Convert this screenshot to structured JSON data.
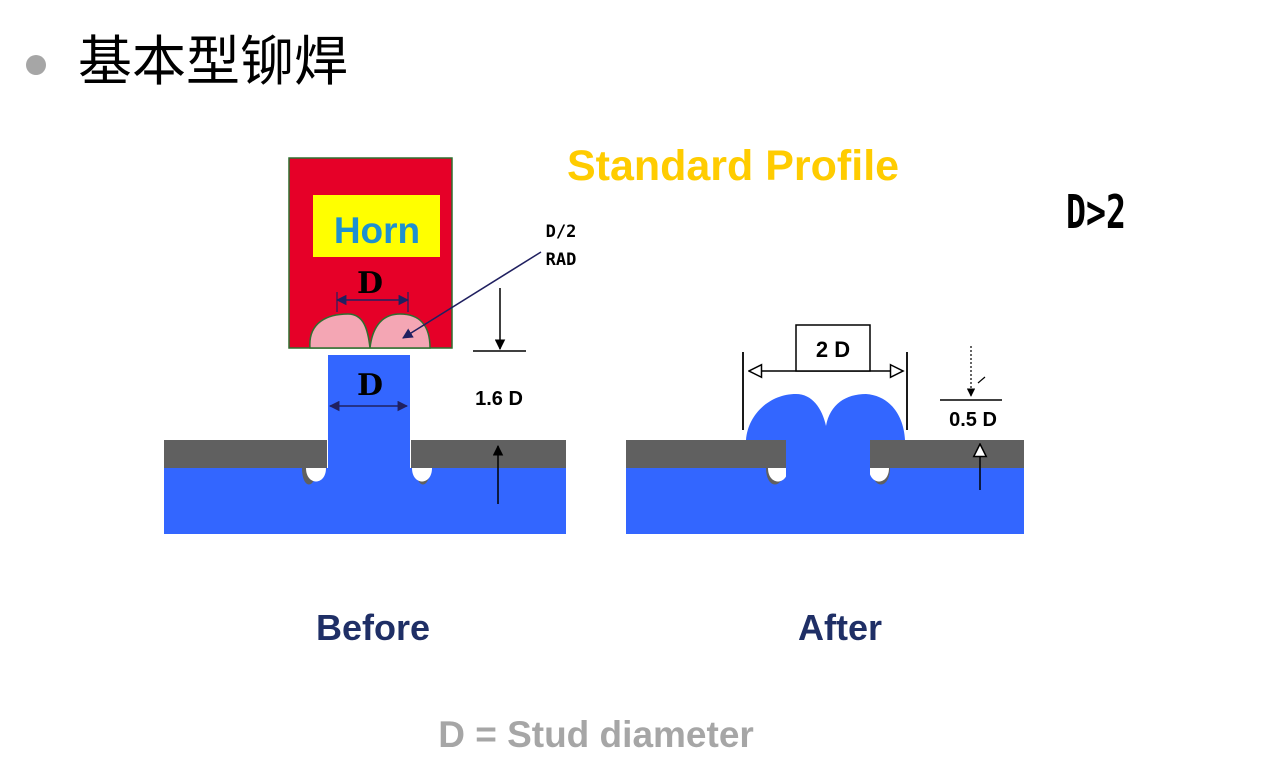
{
  "slide": {
    "title": "基本型铆焊",
    "subtitle": "Standard Profile",
    "corner_note": "D>2",
    "footer": "D = Stud diameter"
  },
  "before": {
    "caption": "Before",
    "horn_label": "Horn",
    "horn_dim_label": "D",
    "stud_dim_label": "D",
    "radius_label_line1": "D/2",
    "radius_label_line2": "RAD",
    "height_label": "1.6 D"
  },
  "after": {
    "caption": "After",
    "width_label": "2 D",
    "height_label": "0.5 D"
  },
  "colors": {
    "bullet": "#a6a6a6",
    "subtitle": "#ffcc00",
    "horn_body": "#e60028",
    "horn_label_box": "#ffff00",
    "horn_label_text": "#1e90d0",
    "cavity": "#f4a6b4",
    "stud_blue": "#3366ff",
    "plate_gray": "#606060",
    "caption_navy": "#1f2f66",
    "footer_gray": "#a6a6a6",
    "dim_line_dark": "#202060"
  }
}
